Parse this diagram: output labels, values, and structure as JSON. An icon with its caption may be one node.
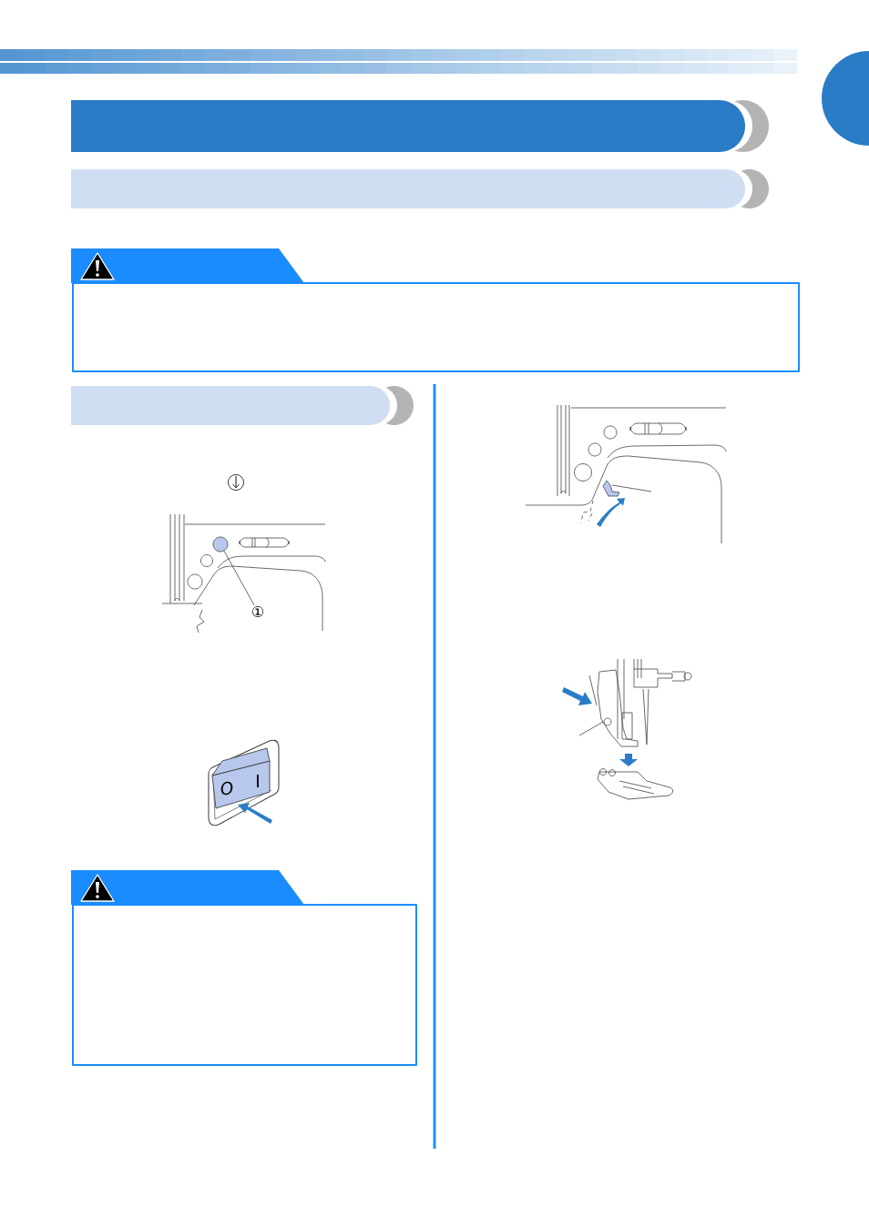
{
  "diagram": {
    "nodes": [
      {
        "text": [
          "①"
        ]
      },
      {
        "text": [],
        "shape": "circle"
      },
      {
        "text": [],
        "shape": "box"
      },
      {
        "text": [],
        "shape": "box"
      }
    ],
    "edges": [
      {
        "from": 0,
        "to": 1,
        "arrow": "none"
      }
    ],
    "labels": [
      "O",
      "I"
    ]
  }
}
